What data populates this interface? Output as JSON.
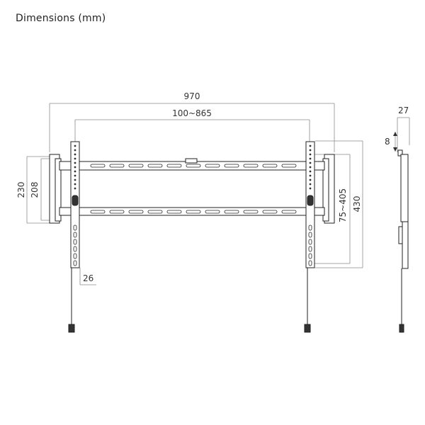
{
  "title": "Dimensions (mm)",
  "dimensions": {
    "overall_width": "970",
    "vesa_horizontal": "100~865",
    "outer_height": "230",
    "inner_height": "208",
    "vesa_vertical": "75~405",
    "total_height": "430",
    "bracket_width": "26",
    "depth": "27",
    "tilt_gap": "8"
  },
  "colors": {
    "line": "#222222",
    "dimension_line": "#8a8a8a"
  }
}
